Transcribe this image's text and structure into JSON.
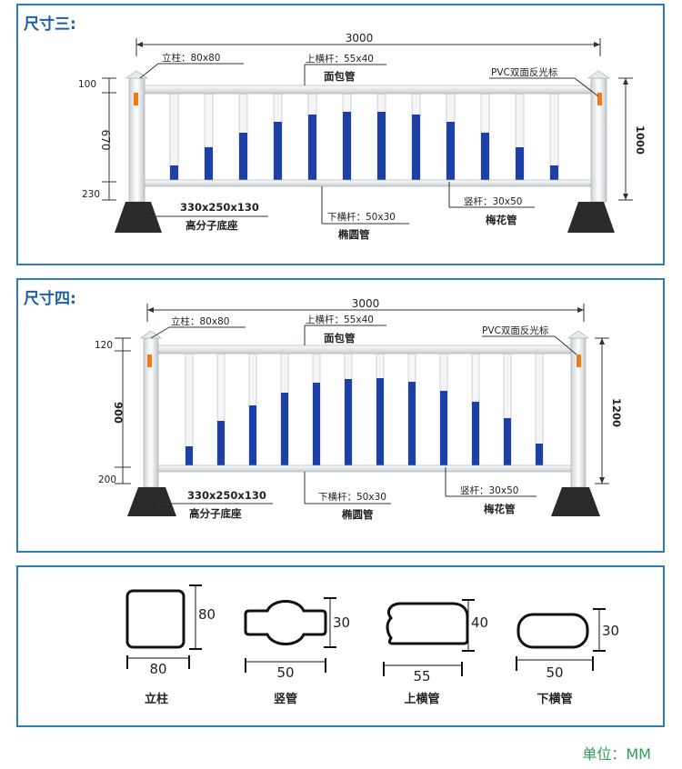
{
  "panel3": {
    "title": "尺寸三:",
    "width_total": "3000",
    "post": "立柱：80x80",
    "top_rail": "上横杆：55x40",
    "top_rail_type": "面包管",
    "reflector": "PVC双面反光标",
    "top_gap": "100",
    "middle_height": "670",
    "bottom_gap": "230",
    "total_height": "1000",
    "base_size": "330x250x130",
    "base_type": "高分子底座",
    "bottom_rail": "下横杆：50x30",
    "bottom_rail_type": "椭圆管",
    "picket": "竖杆：30x50",
    "picket_type": "梅花管"
  },
  "panel4": {
    "title": "尺寸四:",
    "width_total": "3000",
    "post": "立柱：80x80",
    "top_rail": "上横杆：55x40",
    "top_rail_type": "面包管",
    "reflector": "PVC双面反光标",
    "top_gap": "120",
    "middle_height": "900",
    "bottom_gap": "200",
    "total_height": "1200",
    "base_size": "330x250x130",
    "base_type": "高分子底座",
    "bottom_rail": "下横杆：50x30",
    "bottom_rail_type": "椭圆管",
    "picket": "竖杆：30x50",
    "picket_type": "梅花管"
  },
  "sections": [
    {
      "name": "立柱",
      "w": "80",
      "h": "80"
    },
    {
      "name": "竖管",
      "w": "50",
      "h": "30"
    },
    {
      "name": "上横管",
      "w": "55",
      "h": "40"
    },
    {
      "name": "下横管",
      "w": "50",
      "h": "30"
    }
  ],
  "unit": "单位：MM",
  "colors": {
    "frame": "#2a7fb5",
    "title": "#1d5fa0",
    "unit": "#2e9e57",
    "blue": "#1c3fa8",
    "base": "#2b2b2b",
    "reflector": "#f07a1a"
  }
}
